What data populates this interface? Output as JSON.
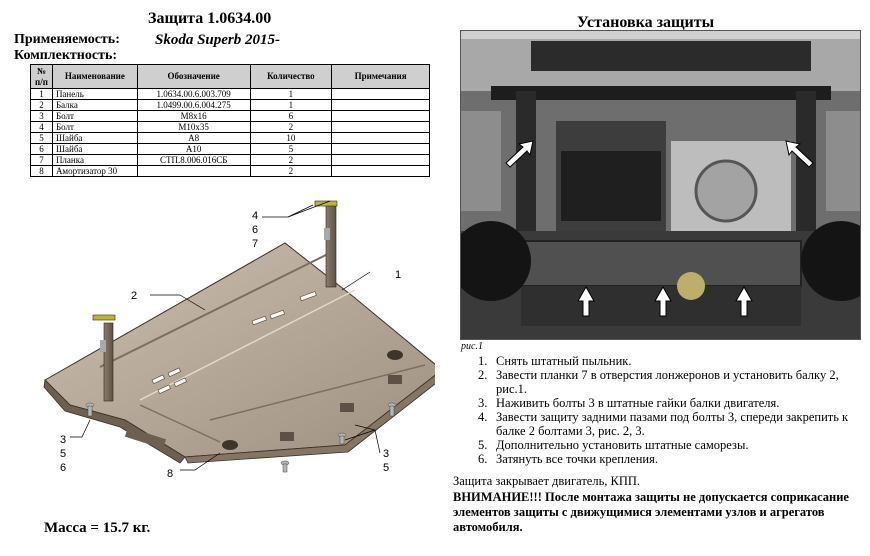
{
  "header": {
    "title": "Защита 1.0634.00",
    "applicability_label": "Применяемость:",
    "applicability_value": "Skoda Superb 2015-",
    "kit_label": "Комплектность:"
  },
  "parts_table": {
    "columns": [
      "№ п/п",
      "Наименование",
      "Обозначение",
      "Количество",
      "Примечания"
    ],
    "rows": [
      {
        "n": "1",
        "name": "Панель",
        "code": "1.0634.00.6.003.709",
        "qty": "1",
        "note": ""
      },
      {
        "n": "2",
        "name": "Балка",
        "code": "1.0499.00.6.004.275",
        "qty": "1",
        "note": ""
      },
      {
        "n": "3",
        "name": "Болт",
        "code": "M8x16",
        "qty": "6",
        "note": ""
      },
      {
        "n": "4",
        "name": "Болт",
        "code": "M10x35",
        "qty": "2",
        "note": ""
      },
      {
        "n": "5",
        "name": "Шайба",
        "code": "A8",
        "qty": "10",
        "note": ""
      },
      {
        "n": "6",
        "name": "Шайба",
        "code": "A10",
        "qty": "5",
        "note": ""
      },
      {
        "n": "7",
        "name": "Планка",
        "code": "СТП.8.006.016СБ",
        "qty": "2",
        "note": ""
      },
      {
        "n": "8",
        "name": "Амортизатор 30",
        "code": "",
        "qty": "2",
        "note": ""
      }
    ]
  },
  "drawing_labels": {
    "l4": "4",
    "l6a": "6",
    "l7": "7",
    "l1": "1",
    "l2": "2",
    "l3a": "3",
    "l5a": "5",
    "l6b": "6",
    "l8": "8",
    "l3b": "3",
    "l5b": "5"
  },
  "mass": "Масса = 15.7 кг.",
  "install": {
    "title": "Установка защиты",
    "figure_label": "рис.1",
    "steps": [
      {
        "num": "1.",
        "text": "Снять штатный пыльник."
      },
      {
        "num": "2.",
        "text": "Завести планки 7 в отверстия лонжеронов и установить балку 2, рис.1."
      },
      {
        "num": "3.",
        "text": "Наживить болты 3 в штатные гайки балки двигателя."
      },
      {
        "num": "4.",
        "text": "Завести защиту задними пазами под болты 3, спереди закрепить к балке 2 болтами 3, рис. 2, 3."
      },
      {
        "num": "5.",
        "text": "Дополнительно установить штатные саморезы."
      },
      {
        "num": "6.",
        "text": "Затянуть все точки крепления."
      }
    ],
    "note": "Защита закрывает двигатель, КПП.",
    "warning": "ВНИМАНИЕ!!! После монтажа защиты не допускается соприкасание элементов защиты с движущимися элементами узлов и агрегатов автомобиля."
  }
}
